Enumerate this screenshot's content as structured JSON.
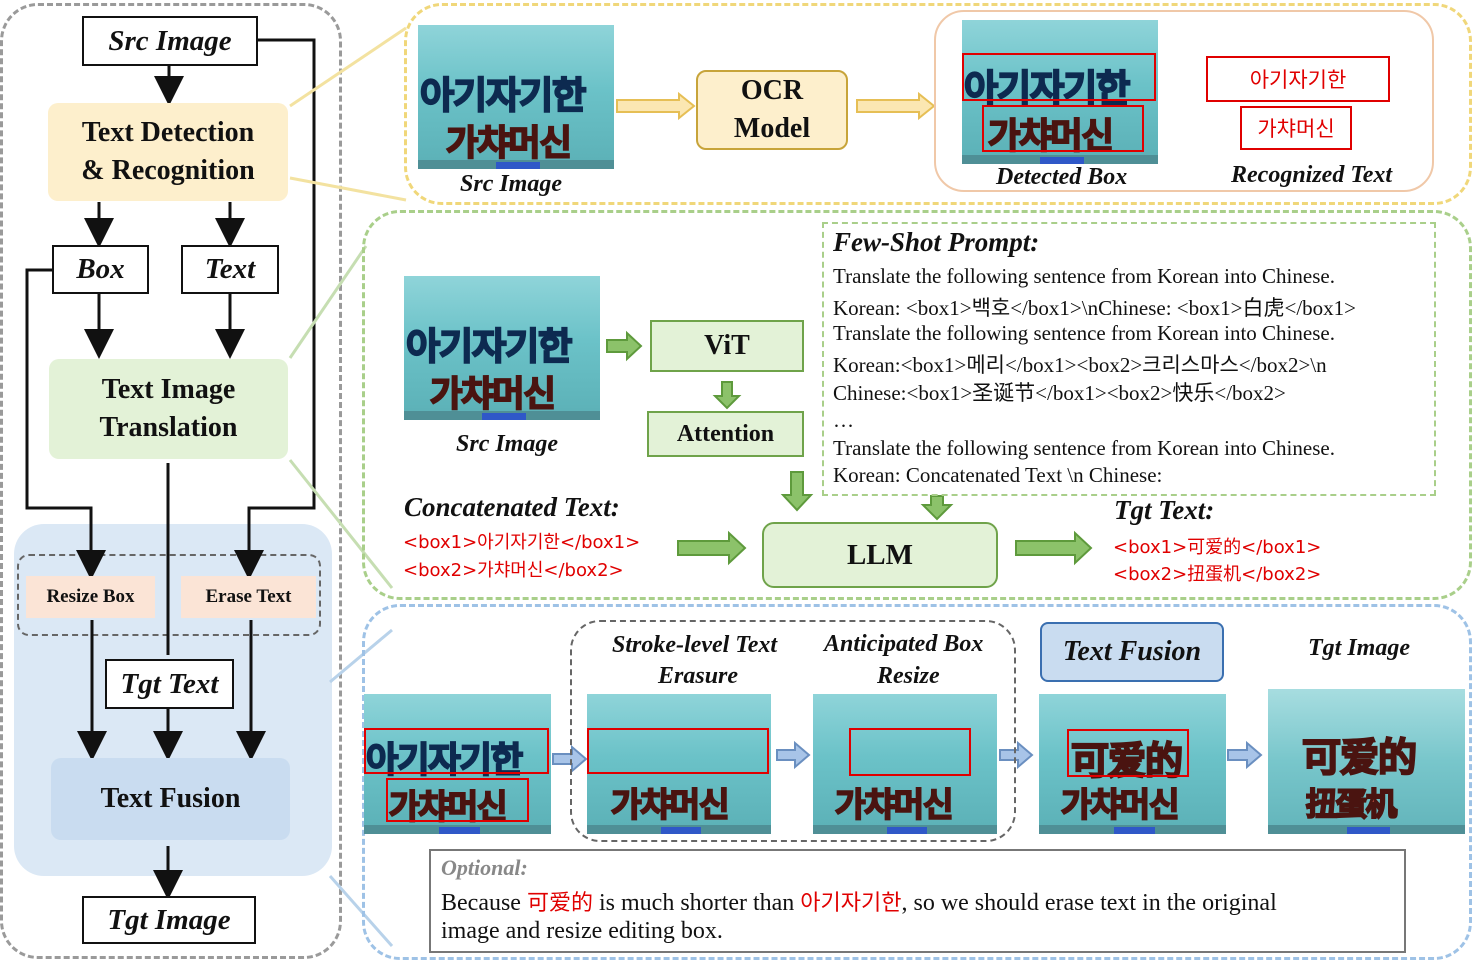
{
  "left_flow": {
    "src_image": "Src Image",
    "text_detection": [
      "Text Detection",
      "& Recognition"
    ],
    "box": "Box",
    "text": "Text",
    "text_image_translation": [
      "Text Image",
      "Translation"
    ],
    "resize_box": "Resize Box",
    "erase_text": "Erase Text",
    "tgt_text": "Tgt Text",
    "text_fusion": "Text Fusion",
    "tgt_image": "Tgt Image"
  },
  "ocr_panel": {
    "src_image_caption": "Src Image",
    "ocr_model": [
      "OCR",
      "Model"
    ],
    "detected_box_caption": "Detected Box",
    "recognized_text_caption": "Recognized Text",
    "recognized_line1": "아기자기한",
    "recognized_line2": "가챠머신",
    "image_line1": "아기자기한",
    "image_line2": "가챠머신"
  },
  "translation_panel": {
    "src_image_caption": "Src Image",
    "vit": "ViT",
    "attention": "Attention",
    "llm": "LLM",
    "few_shot_title": "Few-Shot Prompt:",
    "prompt_lines": [
      "Translate the following sentence from Korean into Chinese.",
      "Korean: <box1>백호</box1>\\nChinese: <box1>白虎</box1>",
      "Translate the following sentence from Korean into Chinese.",
      "Korean:<box1>메리</box1><box2>크리스마스</box2>\\n",
      "Chinese:<box1>圣诞节</box1><box2>快乐</box2>",
      "…",
      "Translate the following sentence from Korean into Chinese.",
      "Korean: Concatenated Text \\n Chinese:"
    ],
    "concat_title": "Concatenated Text:",
    "concat_line1": "<box1>아기자기한</box1>",
    "concat_line2": "<box2>가챠머신</box2>",
    "tgt_title": "Tgt Text:",
    "tgt_line1": "<box1>可爱的</box1>",
    "tgt_line2": "<box2>扭蛋机</box2>"
  },
  "fusion_panel": {
    "stroke_erasure": [
      "Stroke-level Text",
      "Erasure"
    ],
    "anticipated_resize": [
      "Anticipated Box",
      "Resize"
    ],
    "text_fusion": "Text Fusion",
    "tgt_image": "Tgt Image",
    "chinese_line1": "可爱的",
    "chinese_line2": "扭蛋机",
    "optional_title": "Optional:",
    "optional_text_1": "Because ",
    "optional_red_1": "可爱的",
    "optional_text_2": " is much shorter than ",
    "optional_red_2": "아기자기한",
    "optional_text_3": ", so we should erase text in the original",
    "optional_text_4": "image and resize editing box."
  },
  "colors": {
    "yellow_node": "#fdefcc",
    "green_node": "#e3f2d7",
    "blue_node": "#c9dcf0",
    "peach_node": "#fbe4d6",
    "yellow_dash": "#f0d77a",
    "green_dash": "#a9cf8a",
    "blue_dash": "#9ec2e6",
    "red": "#e00000"
  }
}
